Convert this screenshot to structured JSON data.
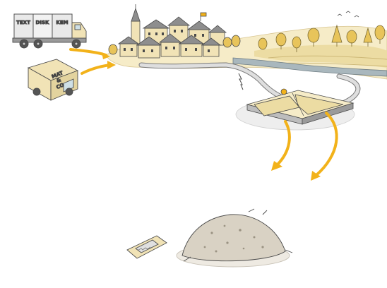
{
  "labels": {
    "truck_box_1": "TEXT",
    "truck_box_2": "DISK",
    "truck_box_3": "KEM",
    "van_line_1": "MAT",
    "van_line_2": "&",
    "van_line_3": "CO"
  },
  "colors": {
    "arrow": "#f2b21a",
    "ground": "#f6ecc8",
    "field": "#ecdca3",
    "roof": "#8e8e8e",
    "wall": "#f1e3b6",
    "tree": "#e8c45a",
    "water": "#a9b7bd",
    "pipe": "#dedede",
    "sludge_pile": "#d9d2c4",
    "outline": "#4a4a4a"
  }
}
